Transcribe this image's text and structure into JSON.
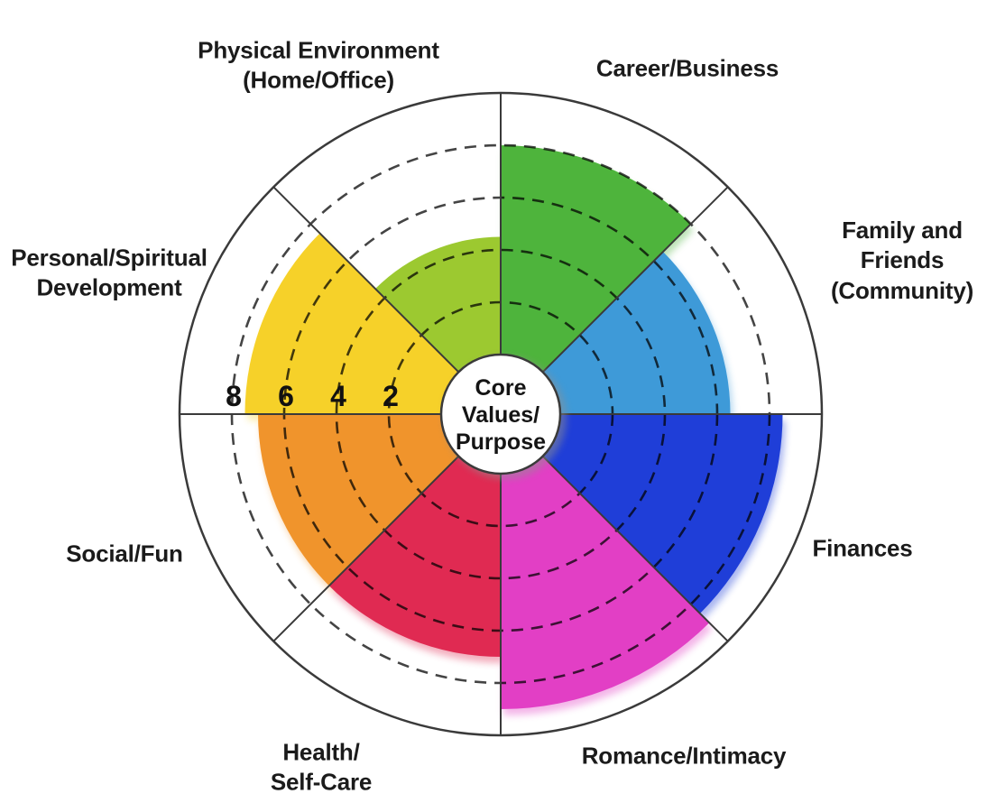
{
  "chart_data": {
    "type": "pie",
    "variant": "wheel-of-life-polar-segments",
    "title": "",
    "center_label": "Core\nValues/\nPurpose",
    "scale": {
      "min": 0,
      "max": 10,
      "dashed_rings": [
        2,
        4,
        6,
        8
      ],
      "tick_labels": [
        "8",
        "6",
        "4",
        "2"
      ],
      "grid_style": "dashed",
      "tick_position": "left-horizontal-spoke"
    },
    "segments": [
      {
        "id": "career",
        "label": "Career/Business",
        "value": 8,
        "color": "#4eb43c"
      },
      {
        "id": "family_friends",
        "label": "Family and Friends\n(Community)",
        "value": 6.5,
        "color": "#3e9ad8"
      },
      {
        "id": "finances",
        "label": "Finances",
        "value": 8.5,
        "color": "#1f3ed8"
      },
      {
        "id": "romance",
        "label": "Romance/Intimacy",
        "value": 9,
        "color": "#e23fc5"
      },
      {
        "id": "health",
        "label": "Health/\nSelf-Care",
        "value": 7,
        "color": "#e02a52"
      },
      {
        "id": "social",
        "label": "Social/Fun",
        "value": 7,
        "color": "#f0942c"
      },
      {
        "id": "personal_spiritual",
        "label": "Personal/Spiritual\nDevelopment",
        "value": 7.5,
        "color": "#f6d129"
      },
      {
        "id": "physical_environment",
        "label": "Physical Environment\n(Home/Office)",
        "value": 4.5,
        "color": "#9cc930"
      }
    ],
    "layout_hints": {
      "segments_order": "clockwise-from-top",
      "segment_angle_deg": 45,
      "outer_ring": "solid",
      "line_color": "#3a3a3a"
    }
  }
}
